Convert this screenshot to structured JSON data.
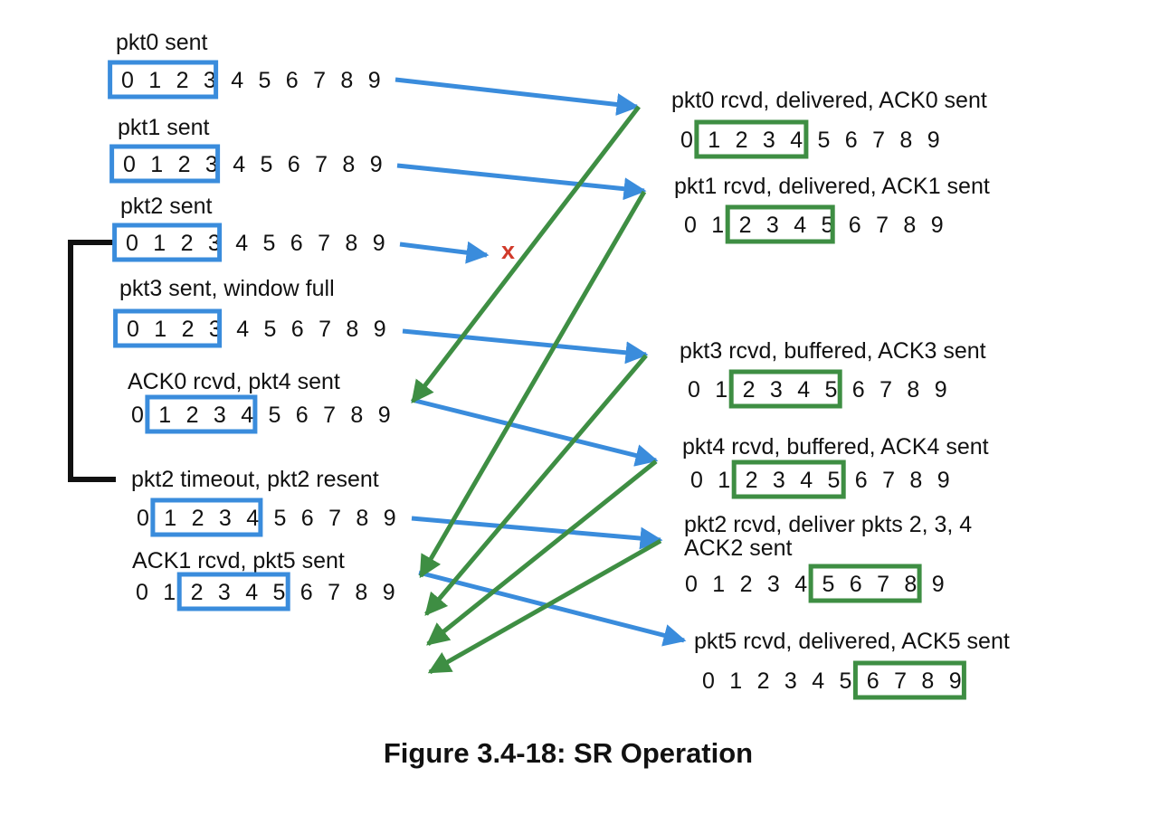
{
  "colors": {
    "sender": "#3a8cdc",
    "receiver": "#3e8e43",
    "loss": "#d13a2a",
    "bracket": "#111111"
  },
  "caption": "Figure 3.4-18: SR Operation",
  "loss_marker": "x",
  "sequence": [
    "0",
    "1",
    "2",
    "3",
    "4",
    "5",
    "6",
    "7",
    "8",
    "9"
  ],
  "sender_rows": [
    {
      "label": "pkt0 sent",
      "window_start": 0
    },
    {
      "label": "pkt1 sent",
      "window_start": 0
    },
    {
      "label": "pkt2 sent",
      "window_start": 0
    },
    {
      "label": "pkt3 sent, window full",
      "window_start": 0
    },
    {
      "label": "ACK0 rcvd, pkt4 sent",
      "window_start": 1
    },
    {
      "label": "pkt2 timeout, pkt2 resent",
      "window_start": 1
    },
    {
      "label": "ACK1 rcvd, pkt5 sent",
      "window_start": 2
    }
  ],
  "receiver_rows": [
    {
      "label": "pkt0 rcvd, delivered, ACK0 sent",
      "window_start": 1
    },
    {
      "label": "pkt1 rcvd, delivered, ACK1 sent",
      "window_start": 2
    },
    {
      "label": "pkt3 rcvd, buffered, ACK3 sent",
      "window_start": 2
    },
    {
      "label": "pkt4 rcvd, buffered, ACK4 sent",
      "window_start": 2
    },
    {
      "label": "pkt2 rcvd, deliver pkts 2, 3, 4",
      "label2": "ACK2 sent",
      "window_start": 5
    },
    {
      "label": "pkt5 rcvd, delivered, ACK5 sent",
      "window_start": 6
    }
  ]
}
